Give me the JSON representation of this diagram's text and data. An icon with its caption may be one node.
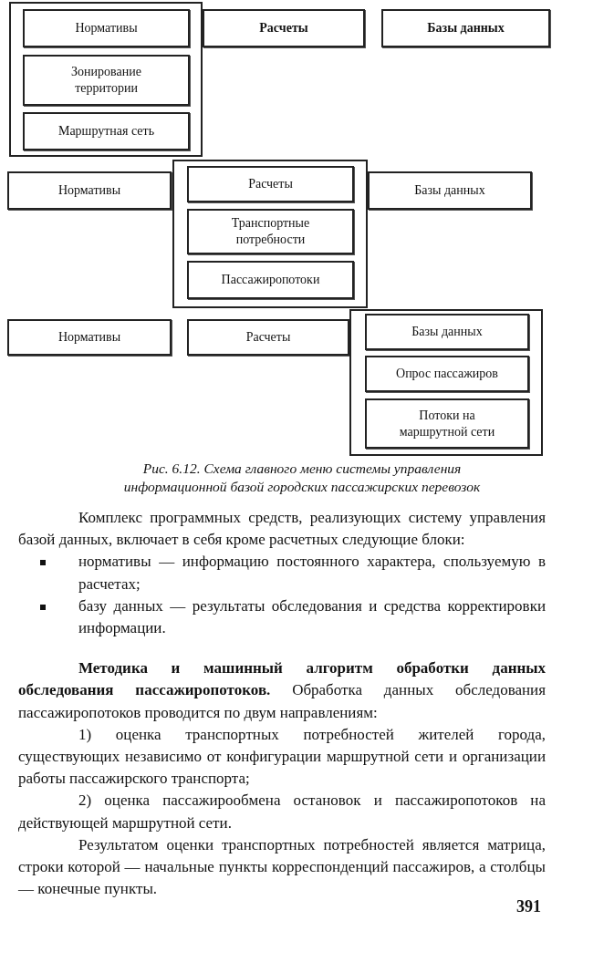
{
  "diagram": {
    "caption": "Рис. 6.12. Схема главного меню системы управления информационной базой городских пассажирских перевозок",
    "nodes": [
      {
        "text": [],
        "shape": "box"
      },
      {
        "text": [
          "Нормативы"
        ],
        "in": 0
      },
      {
        "text": [
          "Зонирование территории"
        ],
        "in": 0
      },
      {
        "text": [
          "Маршрутная сеть"
        ],
        "in": 0
      },
      {
        "text": [
          "Расчеты"
        ]
      },
      {
        "text": [
          "Базы данных"
        ]
      },
      {
        "text": [
          "Нормативы"
        ]
      },
      {
        "text": [],
        "shape": "box"
      },
      {
        "text": [
          "Расчеты"
        ],
        "in": 7
      },
      {
        "text": [
          "Транспортные потребности"
        ],
        "in": 7
      },
      {
        "text": [
          "Пассажиропотоки"
        ],
        "in": 7
      },
      {
        "text": [
          "Базы данных"
        ]
      },
      {
        "text": [
          "Нормативы"
        ]
      },
      {
        "text": [
          "Расчеты"
        ]
      },
      {
        "text": [],
        "shape": "box"
      },
      {
        "text": [
          "Базы данных"
        ],
        "in": 14
      },
      {
        "text": [
          "Опрос пассажиров"
        ],
        "in": 14
      },
      {
        "text": [
          "Потоки на маршрутной сети"
        ],
        "in": 14
      }
    ],
    "edges": [],
    "labels": [
      "Комплекс программных средств, реализующих систему управления базой данных, включает в себя кроме расчетных следующие блоки:",
      "нормативы — информацию постоянного характера, спользуемую в расчетах;",
      "базу данных — результаты обследования и средства корректировки информации.",
      "**Методика и машинный алгоритм обработки данных обследования пассажиропотоков.** Обработка данных обследования пассажиропотоков проводится по двум направлениям:",
      "1) оценка транспортных потребностей жителей города, существующих независимо от конфигурации маршрутной сети и организации работы пассажирского транспорта;",
      "2) оценка пассажирообмена остановок и пассажиропотоков на действующей маршрутной сети.",
      "Результатом оценки транспортных потребностей является матрица, строки которой — начальные пункты корреспонденций пассажиров, а столбцы — конечные пункты.",
      "391"
    ]
  }
}
